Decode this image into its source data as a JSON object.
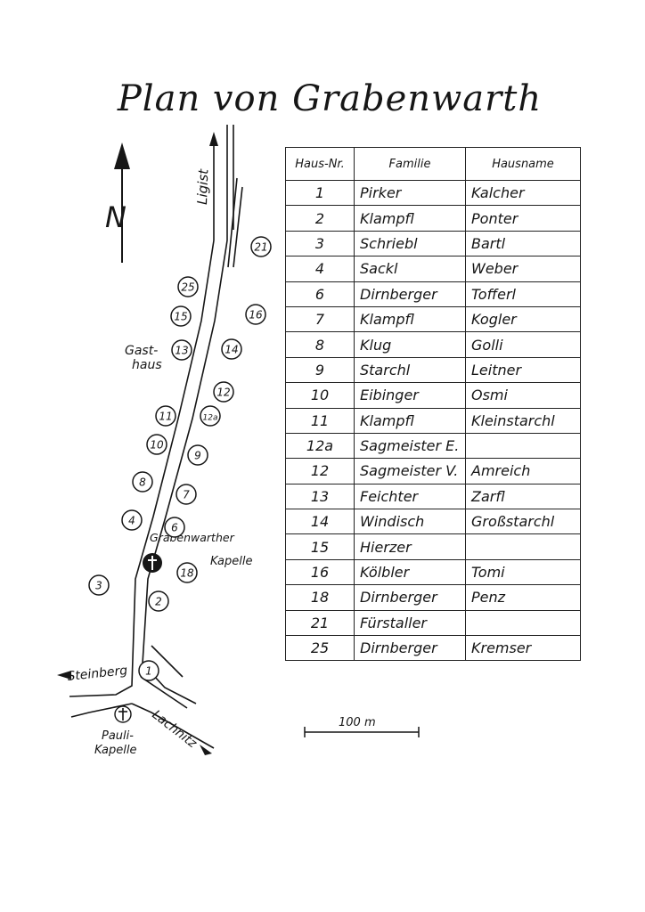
{
  "title": "Plan von Grabenwarth",
  "table": {
    "headers": [
      "Haus-Nr.",
      "Familie",
      "Hausname"
    ],
    "rows": [
      {
        "nr": "1",
        "familie": "Pirker",
        "hausname": "Kalcher"
      },
      {
        "nr": "2",
        "familie": "Klampfl",
        "hausname": "Ponter"
      },
      {
        "nr": "3",
        "familie": "Schriebl",
        "hausname": "Bartl"
      },
      {
        "nr": "4",
        "familie": "Sackl",
        "hausname": "Weber"
      },
      {
        "nr": "6",
        "familie": "Dirnberger",
        "hausname": "Tofferl"
      },
      {
        "nr": "7",
        "familie": "Klampfl",
        "hausname": "Kogler"
      },
      {
        "nr": "8",
        "familie": "Klug",
        "hausname": "Golli"
      },
      {
        "nr": "9",
        "familie": "Starchl",
        "hausname": "Leitner"
      },
      {
        "nr": "10",
        "familie": "Eibinger",
        "hausname": "Osmi"
      },
      {
        "nr": "11",
        "familie": "Klampfl",
        "hausname": "Kleinstarchl"
      },
      {
        "nr": "12a",
        "familie": "Sagmeister E.",
        "hausname": ""
      },
      {
        "nr": "12",
        "familie": "Sagmeister V.",
        "hausname": "Amreich"
      },
      {
        "nr": "13",
        "familie": "Feichter",
        "hausname": "Zarfl"
      },
      {
        "nr": "14",
        "familie": "Windisch",
        "hausname": "Großstarchl"
      },
      {
        "nr": "15",
        "familie": "Hierzer",
        "hausname": ""
      },
      {
        "nr": "16",
        "familie": "Kölbler",
        "hausname": "Tomi"
      },
      {
        "nr": "18",
        "familie": "Dirnberger",
        "hausname": "Penz"
      },
      {
        "nr": "21",
        "familie": "Fürstaller",
        "hausname": ""
      },
      {
        "nr": "25",
        "familie": "Dirnberger",
        "hausname": "Kremser"
      }
    ]
  },
  "map": {
    "north_label": "N",
    "road_labels": {
      "ligist": "Ligist",
      "steinberg": "Steinberg",
      "lachnitz": "Lachnitz"
    },
    "place_labels": {
      "gasthaus_line1": "Gast-",
      "gasthaus_line2": "haus",
      "kapelle_line1": "Grabenwarther",
      "kapelle_line2": "Kapelle",
      "pauli_line1": "Pauli-",
      "pauli_line2": "Kapelle"
    },
    "houses": [
      "21",
      "25",
      "16",
      "15",
      "13",
      "14",
      "12",
      "11",
      "12a",
      "10",
      "9",
      "8",
      "7",
      "4",
      "6",
      "18",
      "3",
      "2",
      "1"
    ],
    "scale_label": "100 m"
  }
}
